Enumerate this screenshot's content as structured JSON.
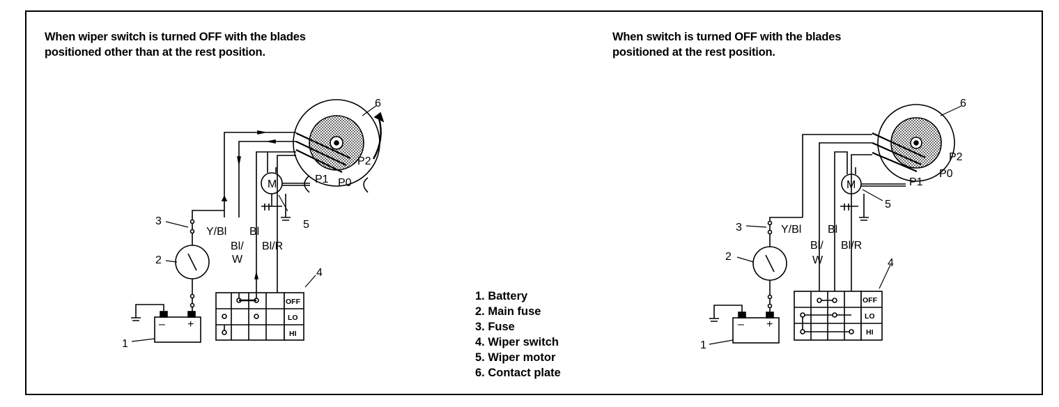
{
  "captions": {
    "left": "When wiper switch is turned OFF with the blades\npositioned other than at the rest position.",
    "right": "When switch is turned OFF with the blades\npositioned at the rest position."
  },
  "callouts": {
    "n1": "1",
    "n2": "2",
    "n3": "3",
    "n4": "4",
    "n5": "5",
    "n6": "6"
  },
  "wires": {
    "y_bl": "Y/Bl",
    "bl": "Bl",
    "bl_w_1": "Bl/",
    "bl_w_2": "W",
    "bl_r": "Bl/R"
  },
  "contacts": {
    "p0": "P0",
    "p1": "P1",
    "p2": "P2"
  },
  "motor": "M",
  "battery": {
    "minus": "–",
    "plus": "+"
  },
  "switch_positions": [
    "OFF",
    "LO",
    "HI"
  ],
  "legend": [
    "1.  Battery",
    "2.  Main fuse",
    "3.  Fuse",
    "4.  Wiper switch",
    "5.  Wiper motor",
    "6.  Contact plate"
  ]
}
